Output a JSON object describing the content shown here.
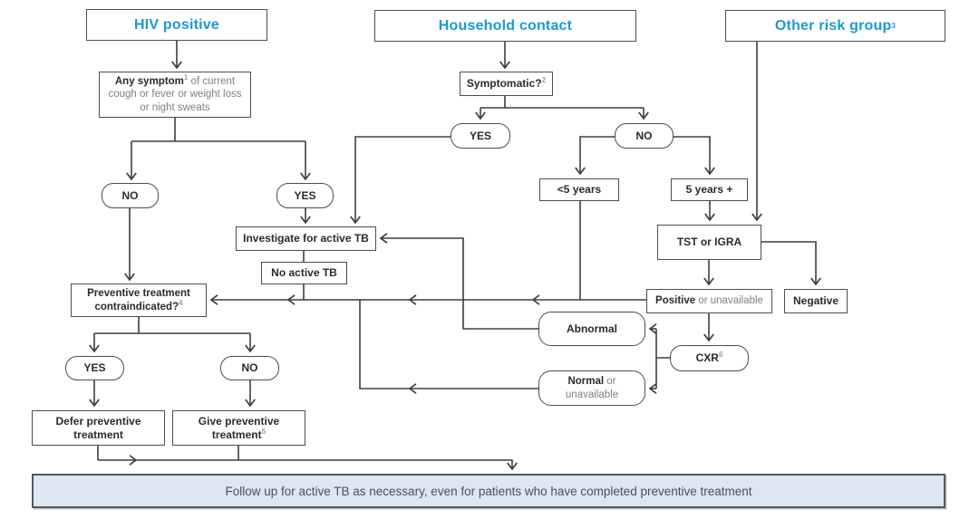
{
  "colors": {
    "accent_blue": "#1b9ad6",
    "line": "#3e3e40",
    "box_border": "#4c4d4f",
    "text_dark": "#2b2b2d",
    "text_gray": "#7e8083",
    "footer_fill": "#dde7f4",
    "footer_text": "#4b5057"
  },
  "nodes": {
    "hiv_header": {
      "label": "HIV positive"
    },
    "household_header": {
      "label": "Household contact"
    },
    "other_header": {
      "label": "Other risk group",
      "sup": "3"
    },
    "symptom": {
      "bold": "Any symptom",
      "sup": "1",
      "rest": " of current cough or fever or weight loss or night sweats"
    },
    "symptomatic": {
      "label": "Symptomatic?",
      "sup": "2"
    },
    "yes_household": {
      "label": "YES"
    },
    "no_household": {
      "label": "NO"
    },
    "no_hiv": {
      "label": "NO"
    },
    "yes_hiv": {
      "label": "YES"
    },
    "investigate": {
      "label": "Investigate for active TB"
    },
    "no_active_tb": {
      "label": "No active TB"
    },
    "contraindicated": {
      "label": "Preventive treatment contraindicated?",
      "sup": "4"
    },
    "yes_contra": {
      "label": "YES"
    },
    "no_contra": {
      "label": "NO"
    },
    "defer": {
      "label": "Defer preventive treatment"
    },
    "give": {
      "label": "Give preventive treatment",
      "sup": "5"
    },
    "under5": {
      "label": "<5 years"
    },
    "over5": {
      "label": "5 years +"
    },
    "tst": {
      "label": "TST or IGRA"
    },
    "positive": {
      "bold": "Positive",
      "rest": " or unavailable"
    },
    "negative": {
      "label": "Negative"
    },
    "cxr": {
      "label": "CXR",
      "sup": "6"
    },
    "abnormal": {
      "label": "Abnormal"
    },
    "normal": {
      "bold": "Normal",
      "rest": " or unavailable"
    },
    "footer": {
      "label": "Follow up for active TB as necessary, even for patients who have completed preventive treatment"
    }
  },
  "flow": [
    {
      "from": "HIV positive",
      "to": "Any symptom of current cough or fever or weight loss or night sweats"
    },
    {
      "from": "Any symptom",
      "to": "NO"
    },
    {
      "from": "Any symptom",
      "to": "YES"
    },
    {
      "from": "NO (no symptom)",
      "to": "Preventive treatment contraindicated?"
    },
    {
      "from": "YES (symptom)",
      "to": "Investigate for active TB"
    },
    {
      "from": "Household contact",
      "to": "Symptomatic?"
    },
    {
      "from": "Symptomatic?",
      "to": "YES"
    },
    {
      "from": "Symptomatic?",
      "to": "NO"
    },
    {
      "from": "YES (symptomatic)",
      "to": "Investigate for active TB"
    },
    {
      "from": "NO (symptomatic)",
      "to": "<5 years"
    },
    {
      "from": "NO (symptomatic)",
      "to": "5 years +"
    },
    {
      "from": "<5 years",
      "to": "Preventive treatment contraindicated?"
    },
    {
      "from": "5 years +",
      "to": "TST or IGRA"
    },
    {
      "from": "Other risk group",
      "to": "TST or IGRA"
    },
    {
      "from": "TST or IGRA",
      "to": "Positive or unavailable"
    },
    {
      "from": "TST or IGRA",
      "to": "Negative"
    },
    {
      "from": "Positive or unavailable",
      "to": "CXR"
    },
    {
      "from": "Positive or unavailable",
      "to": "Preventive treatment contraindicated?"
    },
    {
      "from": "CXR",
      "to": "Abnormal"
    },
    {
      "from": "CXR",
      "to": "Normal or unavailable"
    },
    {
      "from": "Abnormal",
      "to": "Investigate for active TB"
    },
    {
      "from": "Normal or unavailable",
      "to": "Preventive treatment contraindicated?"
    },
    {
      "from": "Investigate for active TB",
      "to": "No active TB"
    },
    {
      "from": "No active TB",
      "to": "Preventive treatment contraindicated?"
    },
    {
      "from": "Preventive treatment contraindicated?",
      "to": "YES"
    },
    {
      "from": "Preventive treatment contraindicated?",
      "to": "NO"
    },
    {
      "from": "YES (contraindicated)",
      "to": "Defer preventive treatment"
    },
    {
      "from": "NO (contraindicated)",
      "to": "Give preventive treatment"
    },
    {
      "from": "Defer preventive treatment",
      "to": "Follow up banner"
    },
    {
      "from": "Give preventive treatment",
      "to": "Follow up banner"
    }
  ]
}
